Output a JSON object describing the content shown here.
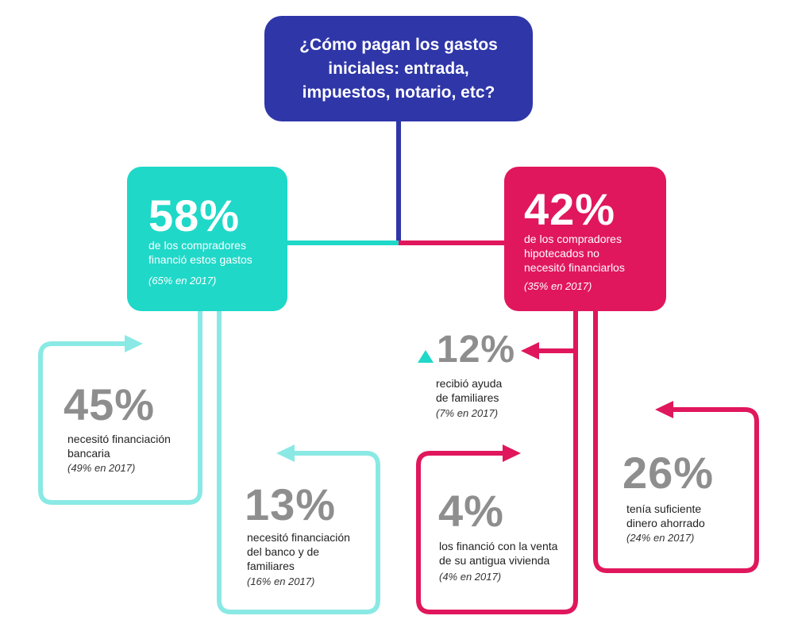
{
  "title": "¿Cómo pagan los gastos iniciales: entrada, impuestos, notario, etc?",
  "colors": {
    "navy": "#2f36a8",
    "teal": "#1fd8c8",
    "teal_light": "#8ae9e4",
    "crimson": "#e0175c",
    "gray": "#8e8e8e"
  },
  "financed": {
    "pct": "58%",
    "trend": "down",
    "desc1": "de los compradores",
    "desc2": "financió estos gastos",
    "note": "(65% en 2017)"
  },
  "not_financed": {
    "pct": "42%",
    "trend": "up",
    "desc1": "de los compradores",
    "desc2": "hipotecados no",
    "desc3": "necesitó financiarlos",
    "note": "(35% en 2017)"
  },
  "bank": {
    "pct": "45%",
    "desc1": "necesitó financiación",
    "desc2": "bancaria",
    "note": "(49% en 2017)"
  },
  "bank_family": {
    "pct": "13%",
    "desc1": "necesitó financiación",
    "desc2": "del banco y de",
    "desc3": "familiares",
    "note": "(16% en 2017)"
  },
  "family_help": {
    "pct": "12%",
    "trend": "up",
    "desc1": "recibió ayuda",
    "desc2": "de familiares",
    "note": "(7% en 2017)"
  },
  "home_sale": {
    "pct": "4%",
    "desc1": "los financió con la venta",
    "desc2": "de su antigua vivienda",
    "note": "(4% en 2017)"
  },
  "savings": {
    "pct": "26%",
    "desc1": "tenía suficiente",
    "desc2": "dinero ahorrado",
    "note": "(24% en 2017)"
  }
}
